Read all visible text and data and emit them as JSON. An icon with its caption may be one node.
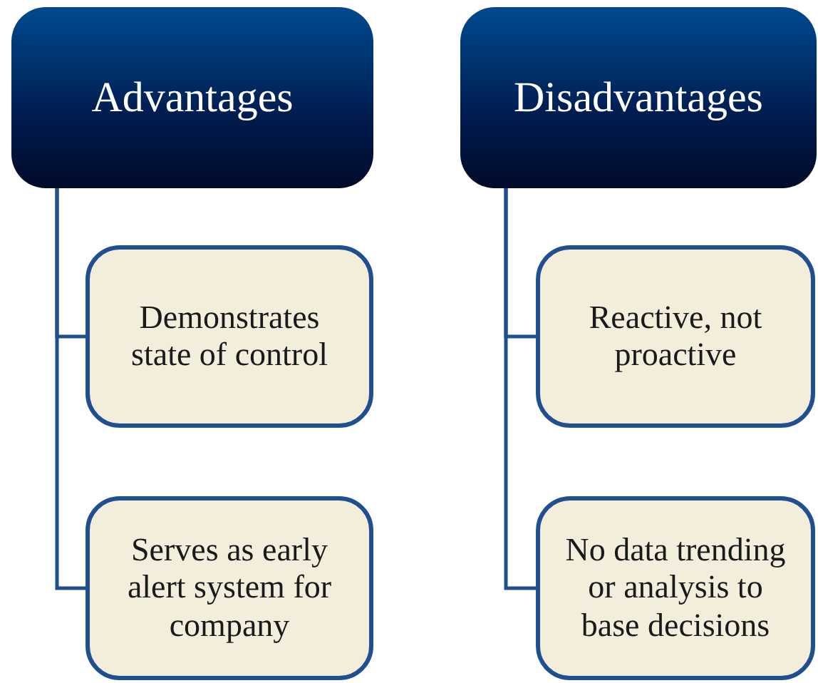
{
  "diagram": {
    "nodes": [
      {
        "text": [
          "Advantages"
        ]
      },
      {
        "text": [
          "Demonstrates state of control"
        ]
      },
      {
        "text": [
          "Serves as early alert system for company"
        ]
      },
      {
        "text": [
          "Disadvantages"
        ]
      },
      {
        "text": [
          "Reactive, not proactive"
        ]
      },
      {
        "text": [
          "No data trending or analysis to base decisions"
        ]
      }
    ],
    "edges": [
      {
        "from": 0,
        "to": 1,
        "arrow": "none"
      },
      {
        "from": 0,
        "to": 2,
        "arrow": "none"
      },
      {
        "from": 3,
        "to": 4,
        "arrow": "none"
      },
      {
        "from": 3,
        "to": 5,
        "arrow": "none"
      }
    ]
  }
}
